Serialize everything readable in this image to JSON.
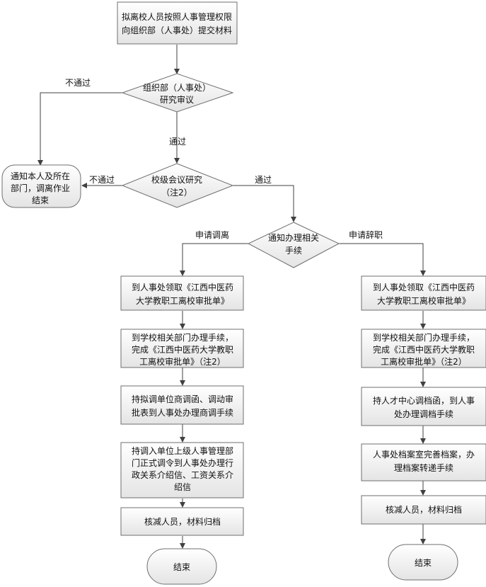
{
  "start_box": [
    "拟离校人员按照人事管理权限",
    "向组织部（人事处）提交材料"
  ],
  "review_diamond": [
    "组织部（人事处）",
    "研究审议"
  ],
  "school_meeting_diamond": [
    "校级会议研究",
    "（注2）"
  ],
  "notify_diamond": [
    "通知办理相关",
    "手续"
  ],
  "notify_person_box": [
    "通知本人及所在",
    "部门，调离作业",
    "结束"
  ],
  "labels": {
    "reject_top": "不通过",
    "pass_mid": "通过",
    "reject_left": "不通过",
    "pass_right": "通过",
    "transfer_branch": "申请调离",
    "resign_branch": "申请辞职"
  },
  "transfer_steps": [
    [
      "到人事处领取《江西中医药",
      "大学教职工离校审批单》"
    ],
    [
      "到学校相关部门办理手续，",
      "完成《江西中医药大学教职",
      "工离校审批单》（注2）"
    ],
    [
      "持拟调单位商调函、调动审",
      "批表到人事处办理商调手续"
    ],
    [
      "持调入单位上级人事管理部",
      "门正式调令到人事处办理行",
      "政关系介绍信、工资关系介",
      "绍信"
    ],
    [
      "核减人员，材料归档"
    ]
  ],
  "resign_steps": [
    [
      "到人事处领取《江西中医药",
      "大学教职工离校审批单》"
    ],
    [
      "到学校相关部门办理手续，",
      "完成《江西中医药大学教职",
      "工离校审批单》（注2）"
    ],
    [
      "持人才中心调档函，到人事",
      "处办理调档手续"
    ],
    [
      "人事处档案室完善档案，办",
      "理档案转递手续"
    ],
    [
      "核减人员，材料归档"
    ]
  ],
  "end_transfer": "结束",
  "end_resign": "结束"
}
